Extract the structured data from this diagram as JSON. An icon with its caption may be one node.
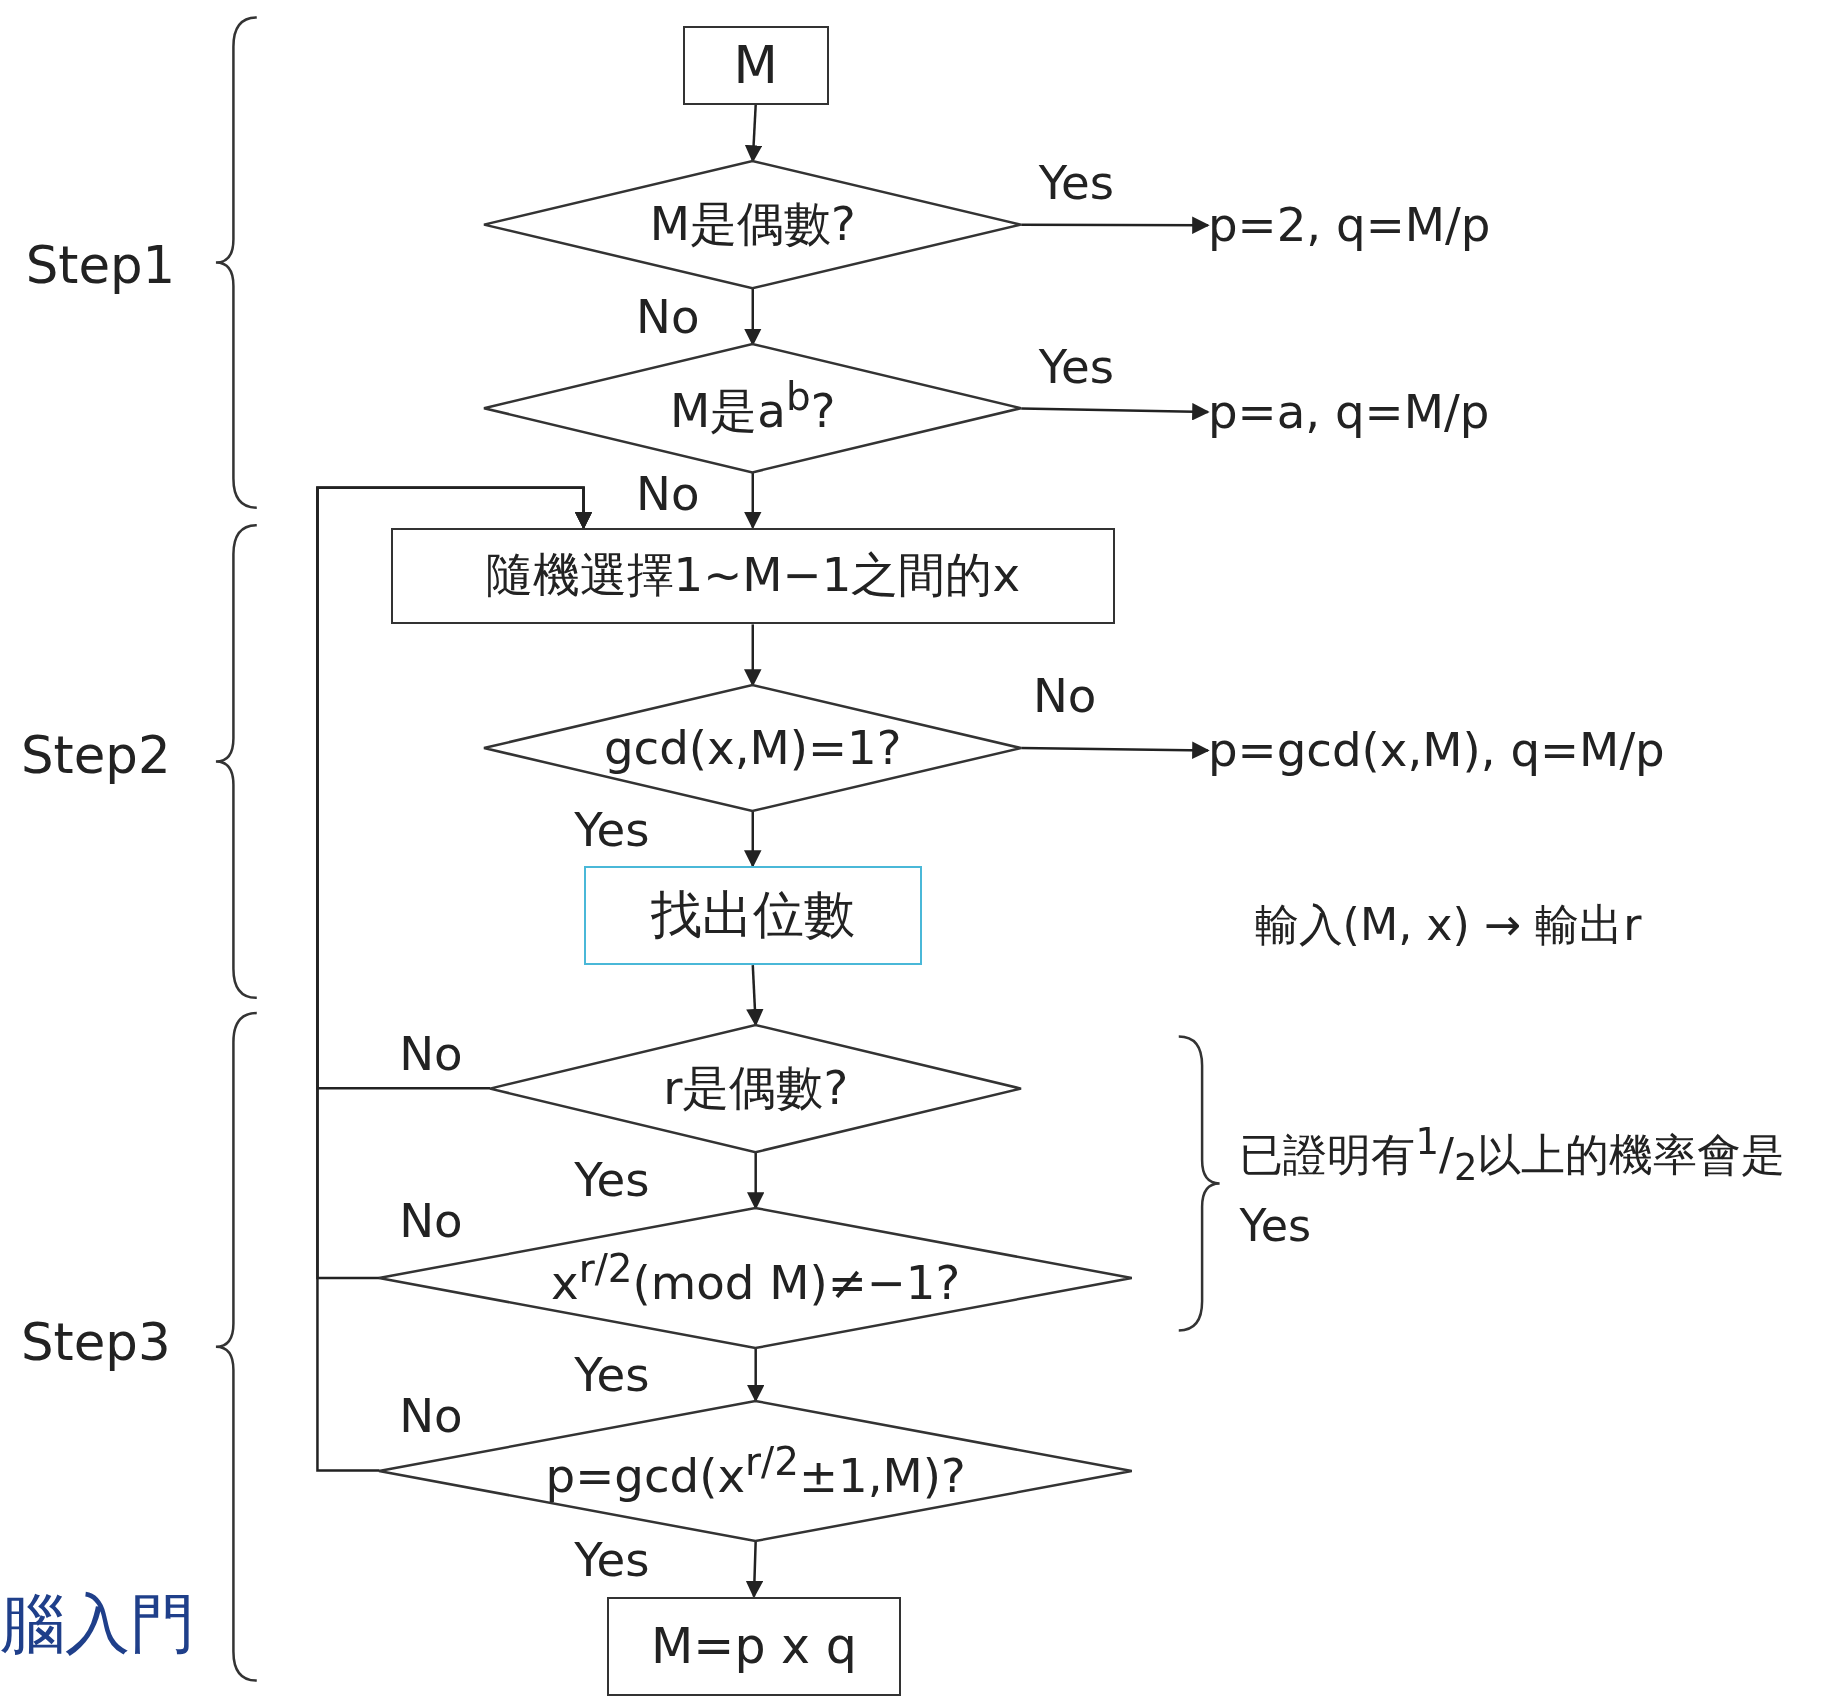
{
  "diagram": {
    "nodes": [
      {
        "text": [
          "M"
        ]
      },
      {
        "text": [
          "M是偶數?"
        ]
      },
      {
        "text": [
          "p=2, q=M/p"
        ]
      },
      {
        "text": [
          "M是a$^{b}$?"
        ]
      },
      {
        "text": [
          "p=a, q=M/p"
        ]
      },
      {
        "text": [
          "隨機選擇1~M−1之間的x"
        ]
      },
      {
        "text": [
          "gcd(x,M)=1?"
        ]
      },
      {
        "text": [
          "p=gcd(x,M), q=M/p"
        ]
      },
      {
        "text": [
          "找出位數"
        ]
      },
      {
        "text": [
          "r是偶數?"
        ]
      },
      {
        "text": [
          "x$^{r/2}$(mod M)≠−1?"
        ]
      },
      {
        "text": [
          "p=gcd(x$^{r/2}$±1,M)?"
        ]
      },
      {
        "text": [
          "M=p x q"
        ]
      }
    ],
    "edges": [
      {
        "from": 0,
        "to": 1,
        "arrow": "to"
      },
      {
        "from": 1,
        "to": 2,
        "arrow": "to",
        "label": "Yes"
      },
      {
        "from": 1,
        "to": 3,
        "arrow": "to",
        "label": "No"
      },
      {
        "from": 3,
        "to": 4,
        "arrow": "to",
        "label": "Yes"
      },
      {
        "from": 3,
        "to": 5,
        "arrow": "to",
        "label": "No"
      },
      {
        "from": 5,
        "to": 6,
        "arrow": "to"
      },
      {
        "from": 6,
        "to": 7,
        "arrow": "to",
        "label": "No"
      },
      {
        "from": 6,
        "to": 8,
        "arrow": "to",
        "label": "Yes"
      },
      {
        "from": 8,
        "to": 9,
        "arrow": "to"
      },
      {
        "from": 9,
        "to": 10,
        "arrow": "to",
        "label": "Yes"
      },
      {
        "from": 10,
        "to": 11,
        "arrow": "to",
        "label": "Yes"
      },
      {
        "from": 11,
        "to": 12,
        "arrow": "to",
        "label": "Yes"
      },
      {
        "from": 9,
        "to": 5,
        "arrow": "to",
        "label": "No"
      },
      {
        "from": 10,
        "to": 5,
        "arrow": "to",
        "label": "No"
      },
      {
        "from": 11,
        "to": 5,
        "arrow": "to",
        "label": "No"
      }
    ],
    "labels": [
      "Step1",
      "Step2",
      "Step3",
      "輸入(M, x) → 輸出r",
      "已證明有$^{1}$/$_{2}$以上的機率會是Yes",
      "腦入門"
    ]
  }
}
